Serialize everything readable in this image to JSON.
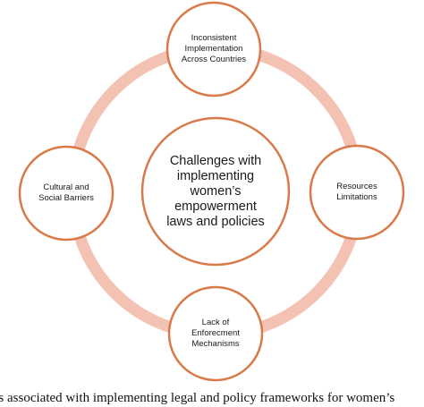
{
  "diagram": {
    "center": {
      "label": "Challenges with\nimplementing\nwomen’s\nempowerment\nlaws and policies"
    },
    "nodes": [
      {
        "id": "top",
        "label": "Inconsistent\nImplementation\nAcross Countries"
      },
      {
        "id": "right",
        "label": "Resources\nLimitations"
      },
      {
        "id": "bottom",
        "label": "Lack of\nEnforecment\nMechanisms"
      },
      {
        "id": "left",
        "label": "Cultural  and\nSocial Barriers"
      }
    ],
    "colors": {
      "ring": "#f4c2b2",
      "node_border": "#d97a4a",
      "node_fill": "#ffffff",
      "text": "#1a1a1a"
    }
  },
  "caption": "nges associated with implementing legal and policy frameworks for women’s"
}
